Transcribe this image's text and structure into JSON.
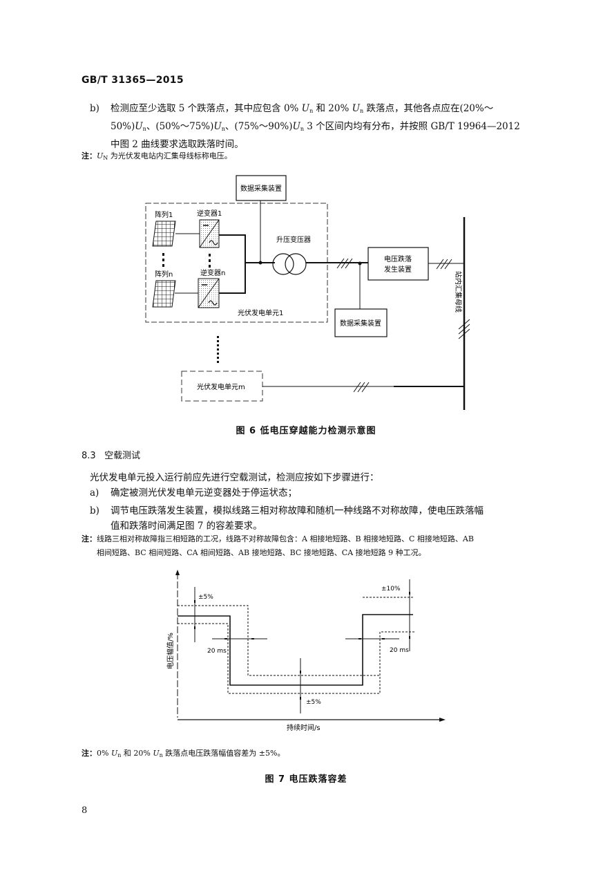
{
  "header": {
    "standard_id": "GB/T 31365—2015"
  },
  "section_b_top": {
    "marker": "b)",
    "line1_a": "检测应至少选取 5 个跌落点，其中应包含 0% ",
    "line1_b": " 和 20% ",
    "line1_c": " 跌落点，其他各点应在(20%～",
    "line2_a": "50%)",
    "line2_b": "、(50%～75%)",
    "line2_c": "、(75%～90%)",
    "line2_d": " 3 个区间内均有分布，并按照 GB/T 19964—2012",
    "line3": "中图 2 曲线要求选取跌落时间。",
    "un_symbol": "U",
    "un_sub": "n"
  },
  "note_top": {
    "label": "注：",
    "symbol": "U",
    "sub": "N",
    "text": " 为光伏发电站内汇集母线标称电压。"
  },
  "figure6": {
    "data_acq_top": "数据采集装置",
    "data_acq_bottom": "数据采集装置",
    "array1": "阵列1",
    "arrayn": "阵列n",
    "inverter1": "逆变器1",
    "invertern": "逆变器n",
    "transformer": "升压变压器",
    "unit1": "光伏发电单元1",
    "unitm": "光伏发电单元m",
    "sag_gen_line1": "电压跌落",
    "sag_gen_line2": "发生装置",
    "bus_label": "站内汇集母线",
    "caption": "图 6   低电压穿越能力检测示意图"
  },
  "section_83": {
    "number": "8.3",
    "title": "空载测试",
    "intro": "光伏发电单元投入运行前应先进行空载测试，检测应按如下步骤进行：",
    "items": [
      {
        "marker": "a)",
        "lines": [
          "确定被测光伏发电单元逆变器处于停运状态；"
        ]
      },
      {
        "marker": "b)",
        "lines": [
          "调节电压跌落发生装置，模拟线路三相对称故障和随机一种线路不对称故障，使电压跌落幅",
          "值和跌落时间满足图 7 的容差要求。"
        ]
      }
    ],
    "note_label": "注：",
    "note_lines": [
      "线路三相对称故障指三相短路的工况，线路不对称故障包含：A 相接地短路、B 相接地短路、C 相接地短路、AB",
      "相间短路、BC 相间短路、CA 相间短路、AB 接地短路、BC 接地短路、CA 接地短路 9 种工况。"
    ]
  },
  "figure7": {
    "ylabel": "电压幅值/%",
    "xlabel": "持续时间/s",
    "tol_left": "±5%",
    "tol_bottom": "±5%",
    "tol_right": "±10%",
    "time_left": "20 ms",
    "time_right": "20 ms",
    "note_label": "注：",
    "note_a": "0% ",
    "note_b": " 和 20% ",
    "note_c": " 跌落点电压跌落幅值容差为 ±5%。",
    "un_symbol": "U",
    "un_sub": "n",
    "caption": "图 7   电压跌落容差"
  },
  "footer": {
    "page_number": "8"
  }
}
